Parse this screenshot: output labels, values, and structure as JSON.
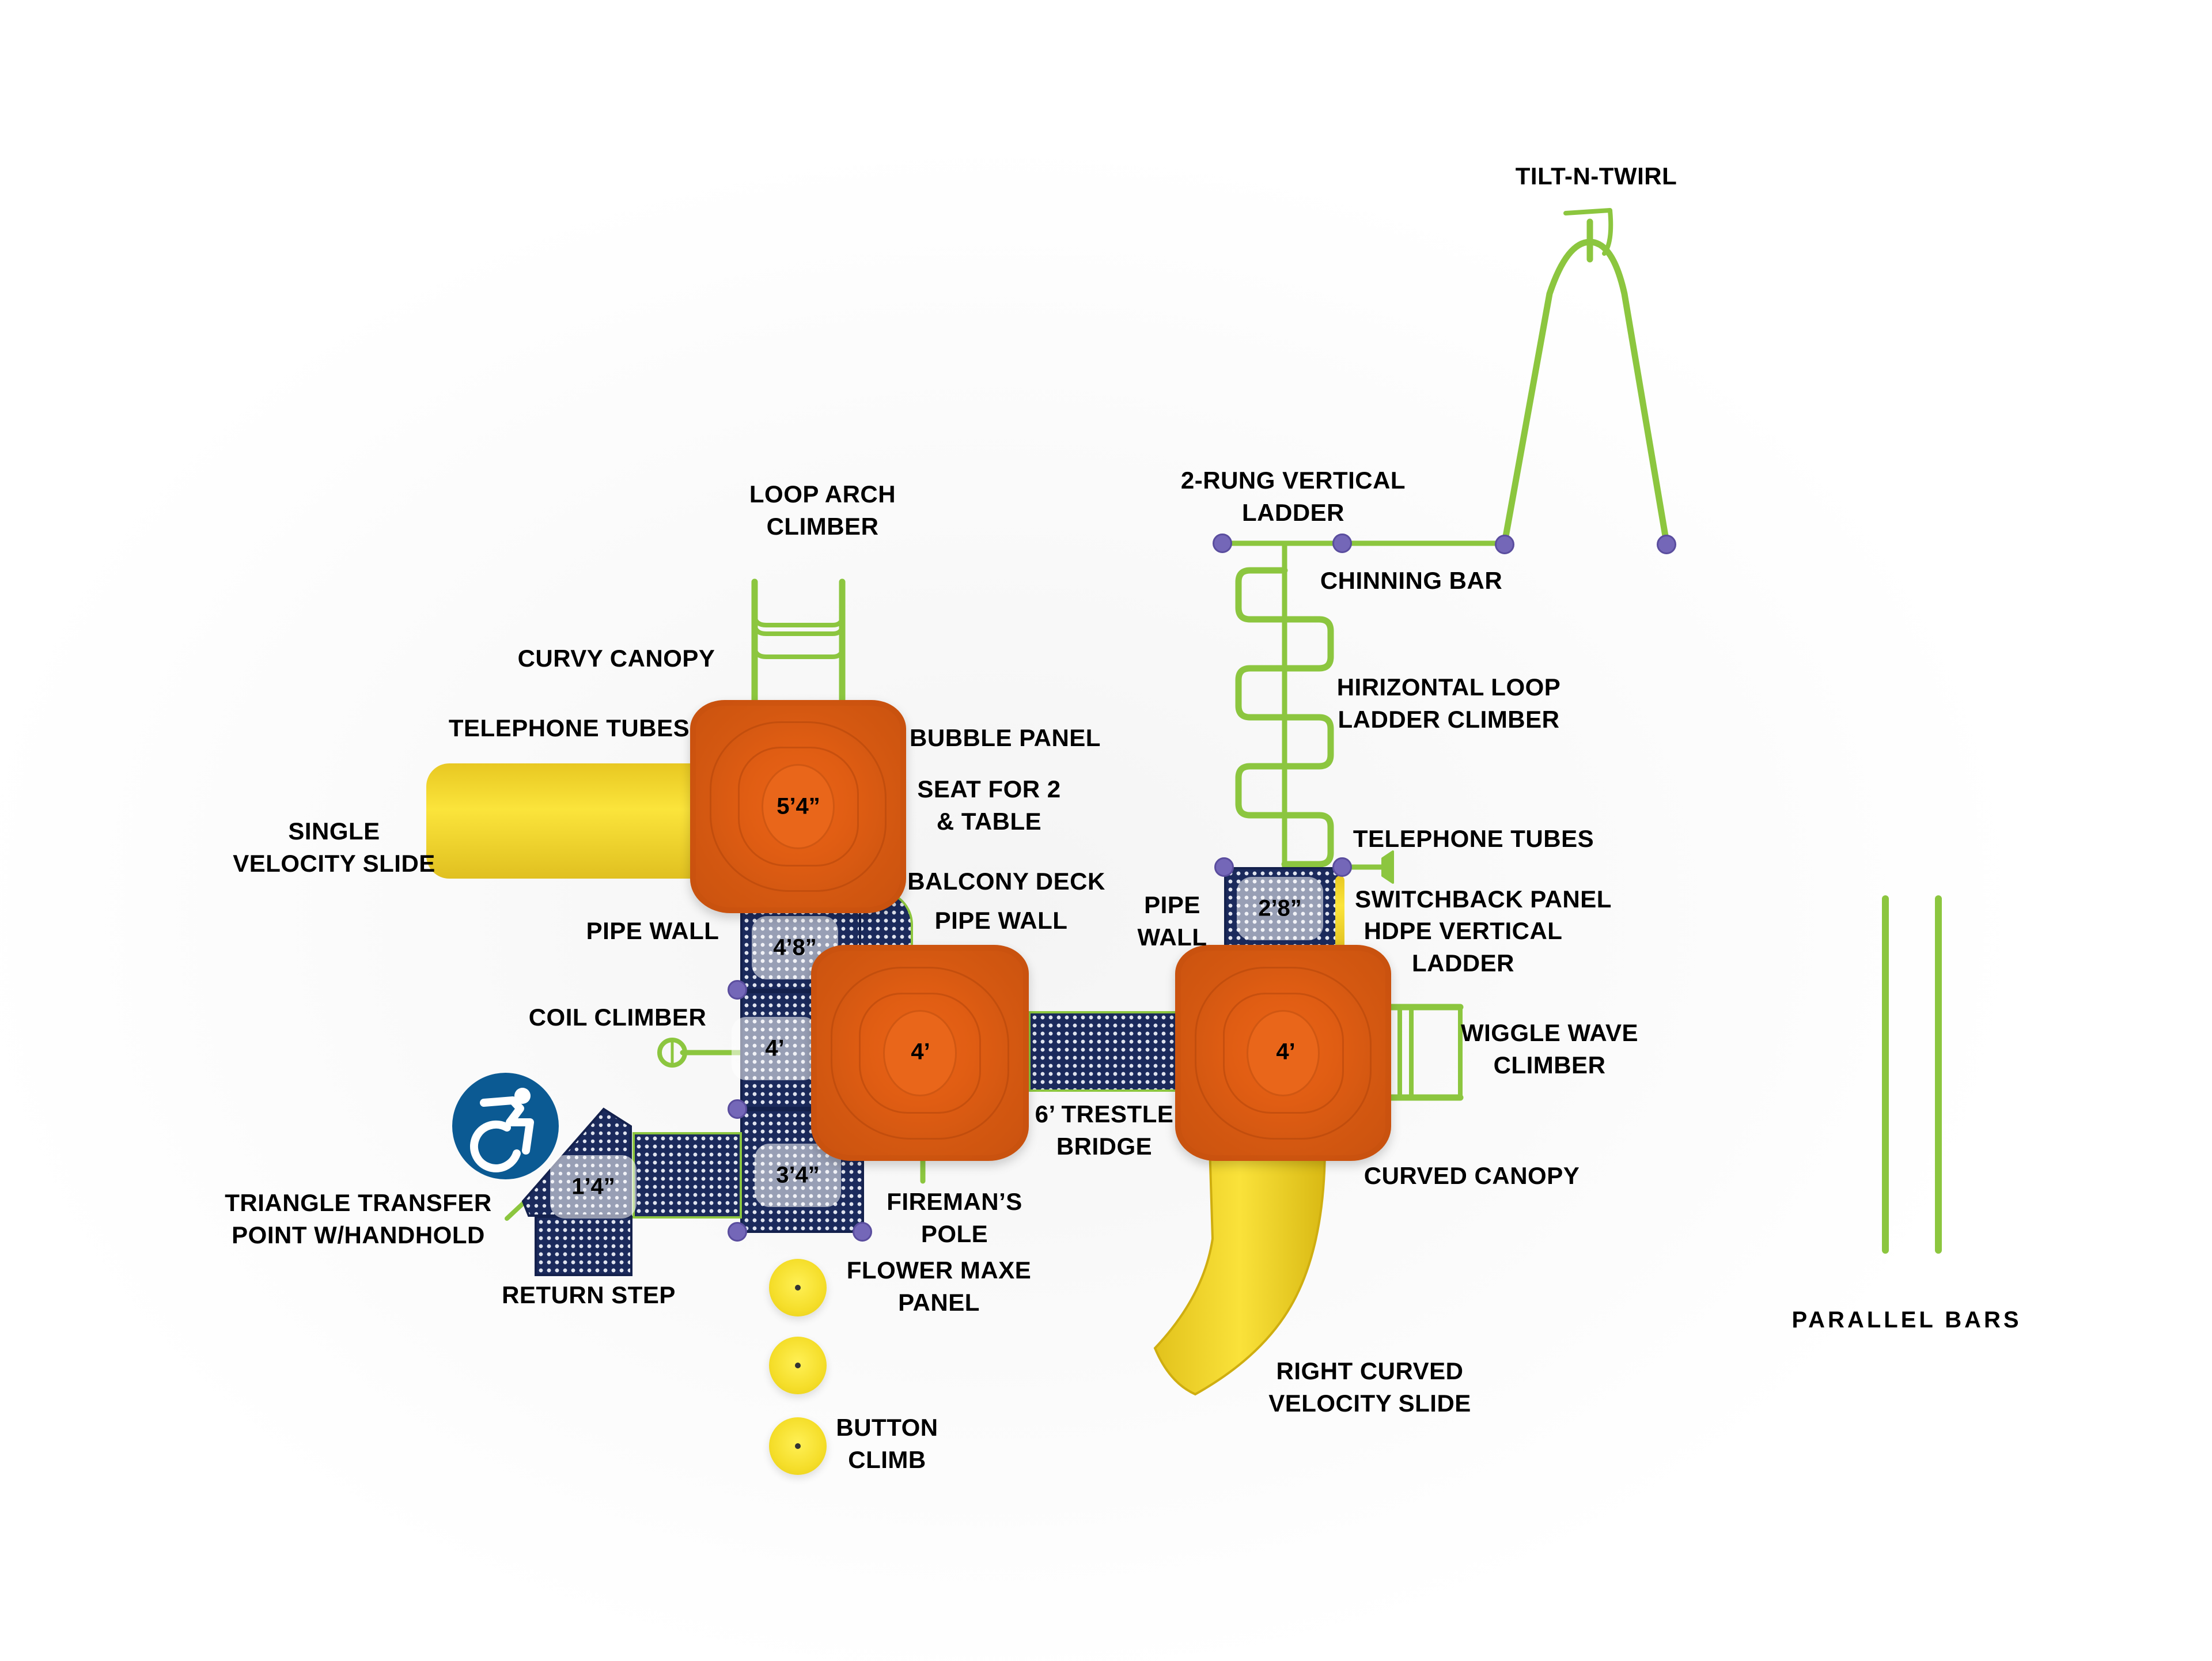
{
  "title": "Playground Structure Component Plan",
  "colors": {
    "canopy_orange": "#e05d13",
    "pipe_green": "#8cc63f",
    "deck_navy": "#1b2a5c",
    "slide_yellow": "#f5de2a",
    "clamp_purple": "#7467b8",
    "accessibility_blue": "#0b5a93"
  },
  "labels": {
    "tilt_n_twirl": [
      "TILT-N-TWIRL"
    ],
    "loop_arch_climber": [
      "LOOP ARCH",
      "CLIMBER"
    ],
    "two_rung_vertical_ladder": [
      "2-RUNG VERTICAL",
      "LADDER"
    ],
    "chinning_bar": [
      "CHINNING BAR"
    ],
    "curvy_canopy": [
      "CURVY CANOPY"
    ],
    "telephone_tubes_left": [
      "TELEPHONE TUBES"
    ],
    "bubble_panel": [
      "BUBBLE PANEL"
    ],
    "seat_for_2_table": [
      "SEAT FOR 2",
      "& TABLE"
    ],
    "horizontal_loop_ladder": [
      "HIRIZONTAL LOOP",
      "LADDER CLIMBER"
    ],
    "single_velocity_slide": [
      "SINGLE",
      "VELOCITY SLIDE"
    ],
    "telephone_tubes_right": [
      "TELEPHONE TUBES"
    ],
    "balcony_deck": [
      "BALCONY DECK"
    ],
    "pipe_wall_left": [
      "PIPE WALL"
    ],
    "pipe_wall_center": [
      "PIPE WALL"
    ],
    "pipe_wall_right": [
      "PIPE",
      "WALL"
    ],
    "switchback_panel": [
      "SWITCHBACK PANEL"
    ],
    "hdpe_vertical_ladder": [
      "HDPE VERTICAL",
      "LADDER"
    ],
    "coil_climber": [
      "COIL CLIMBER"
    ],
    "wiggle_wave_climber": [
      "WIGGLE WAVE",
      "CLIMBER"
    ],
    "trestle_bridge": [
      "6’ TRESTLE",
      "BRIDGE"
    ],
    "triangle_transfer": [
      "TRIANGLE TRANSFER",
      "POINT W/HANDHOLD"
    ],
    "curved_canopy": [
      "CURVED CANOPY"
    ],
    "firemans_pole": [
      "FIREMAN’S",
      "POLE"
    ],
    "flower_maxe_panel": [
      "FLOWER MAXE",
      "PANEL"
    ],
    "return_step": [
      "RETURN STEP"
    ],
    "parallel_bars": [
      "PARALLEL BARS"
    ],
    "right_curved_slide": [
      "RIGHT CURVED",
      "VELOCITY SLIDE"
    ],
    "button_climb": [
      "BUTTON",
      "CLIMB"
    ]
  },
  "deck_heights": {
    "canopy_left": "5’4”",
    "canopy_center": "4’",
    "canopy_right": "4’",
    "deck_upper_left": "4’8”",
    "deck_mid_left": "4’",
    "deck_lower_left": "3’4”",
    "deck_transfer": "1’4”",
    "deck_upper_right": "2’8”"
  },
  "icons": {
    "accessibility": "accessible-wheelchair-icon"
  },
  "button_climb_count": 3
}
